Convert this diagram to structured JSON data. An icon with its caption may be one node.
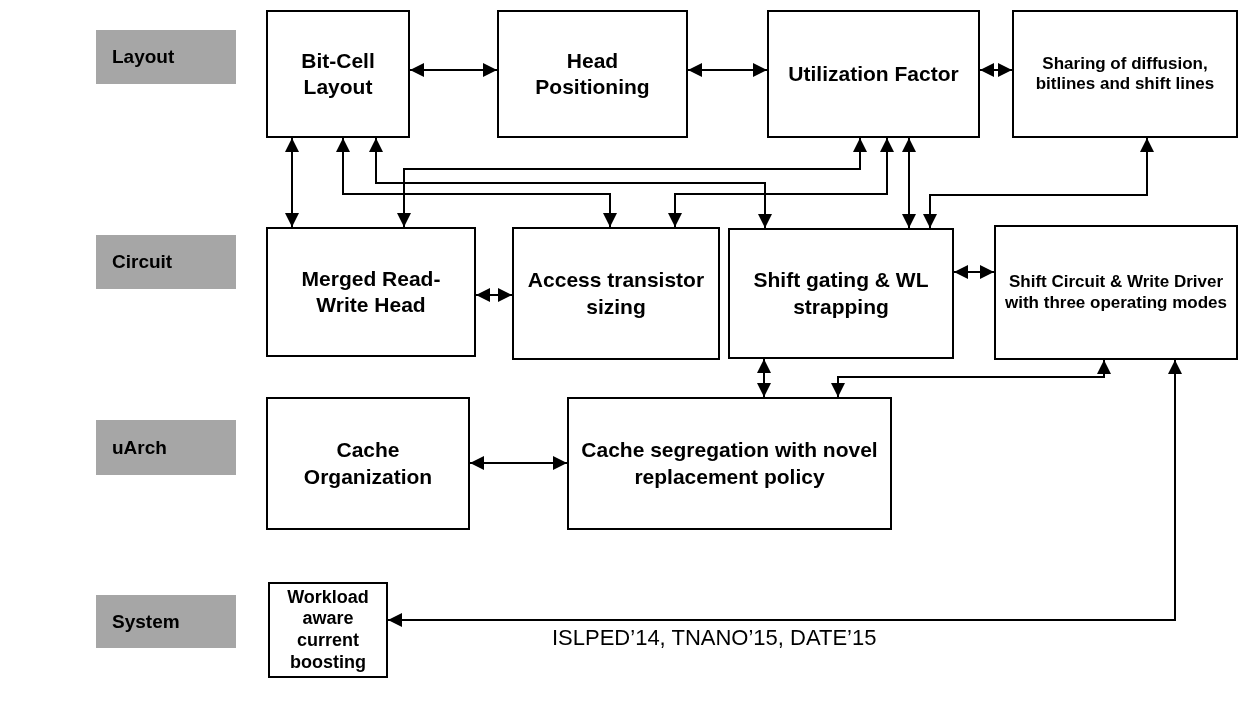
{
  "diagram": {
    "nodes": [
      {
        "text": [
          "Layout"
        ]
      },
      {
        "text": [
          "Bit-Cell Layout"
        ]
      },
      {
        "text": [
          "Head Positioning"
        ]
      },
      {
        "text": [
          "Utilization Factor"
        ]
      },
      {
        "text": [
          "Sharing of diffusion, bitlines and shift lines"
        ]
      },
      {
        "text": [
          "Circuit"
        ]
      },
      {
        "text": [
          "Merged Read-Write Head"
        ]
      },
      {
        "text": [
          "Access transistor sizing"
        ]
      },
      {
        "text": [
          "Shift gating & WL strapping"
        ]
      },
      {
        "text": [
          "Shift Circuit & Write Driver with three operating modes"
        ]
      },
      {
        "text": [
          "uArch"
        ]
      },
      {
        "text": [
          "Cache Organization"
        ]
      },
      {
        "text": [
          "Cache segregation with novel replacement policy"
        ]
      },
      {
        "text": [
          "System"
        ]
      },
      {
        "text": [
          "Workload aware current boosting"
        ]
      }
    ],
    "edges": [
      {
        "from": 1,
        "to": 2,
        "arrow": "both"
      },
      {
        "from": 2,
        "to": 3,
        "arrow": "both"
      },
      {
        "from": 3,
        "to": 4,
        "arrow": "both"
      },
      {
        "from": 1,
        "to": 6,
        "arrow": "both"
      },
      {
        "from": 1,
        "to": 7,
        "arrow": "both"
      },
      {
        "from": 1,
        "to": 8,
        "arrow": "both"
      },
      {
        "from": 3,
        "to": 6,
        "arrow": "both"
      },
      {
        "from": 3,
        "to": 7,
        "arrow": "both"
      },
      {
        "from": 3,
        "to": 8,
        "arrow": "both"
      },
      {
        "from": 4,
        "to": 8,
        "arrow": "both"
      },
      {
        "from": 6,
        "to": 7,
        "arrow": "both"
      },
      {
        "from": 8,
        "to": 9,
        "arrow": "both"
      },
      {
        "from": 8,
        "to": 12,
        "arrow": "both"
      },
      {
        "from": 12,
        "to": 9,
        "arrow": "both"
      },
      {
        "from": 9,
        "to": 14,
        "arrow": "both"
      },
      {
        "from": 11,
        "to": 12,
        "arrow": "both"
      }
    ],
    "labels": [
      "ISLPED’14, TNANO’15, DATE’15"
    ]
  }
}
